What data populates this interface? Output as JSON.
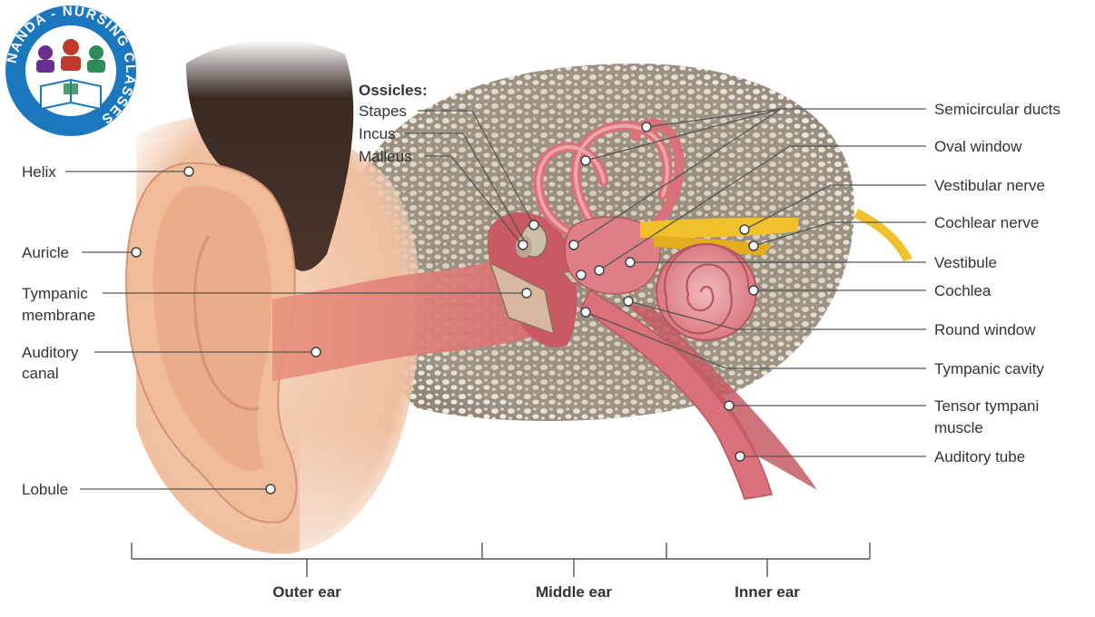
{
  "logo": {
    "ring_text": "NANDA - NURSING CLASSES",
    "colors": {
      "ring": "#1c78be",
      "inner": "#ffffff"
    }
  },
  "ossicles_header": "Ossicles:",
  "labels_left": {
    "helix": "Helix",
    "auricle": "Auricle",
    "tympanic_membrane": [
      "Tympanic",
      "membrane"
    ],
    "auditory_canal": [
      "Auditory",
      "canal"
    ],
    "lobule": "Lobule"
  },
  "labels_ossicles": {
    "stapes": "Stapes",
    "incus": "Incus",
    "malleus": "Malleus"
  },
  "labels_right": {
    "semicircular_ducts": "Semicircular ducts",
    "oval_window": "Oval window",
    "vestibular_nerve": "Vestibular nerve",
    "cochlear_nerve": "Cochlear nerve",
    "vestibule": "Vestibule",
    "cochlea": "Cochlea",
    "round_window": "Round window",
    "tympanic_cavity": "Tympanic cavity",
    "tensor_tympani": [
      "Tensor tympani",
      "muscle"
    ],
    "auditory_tube": "Auditory tube"
  },
  "sections": {
    "outer": "Outer ear",
    "middle": "Middle ear",
    "inner": "Inner ear"
  },
  "colors": {
    "skin": "#f2c7a8",
    "skin_dark": "#d99a78",
    "hair": "#3a2a22",
    "bone": "#a69680",
    "tissue": "#d9707a",
    "tissue_light": "#eea6ac",
    "nerve": "#f0c12a"
  }
}
